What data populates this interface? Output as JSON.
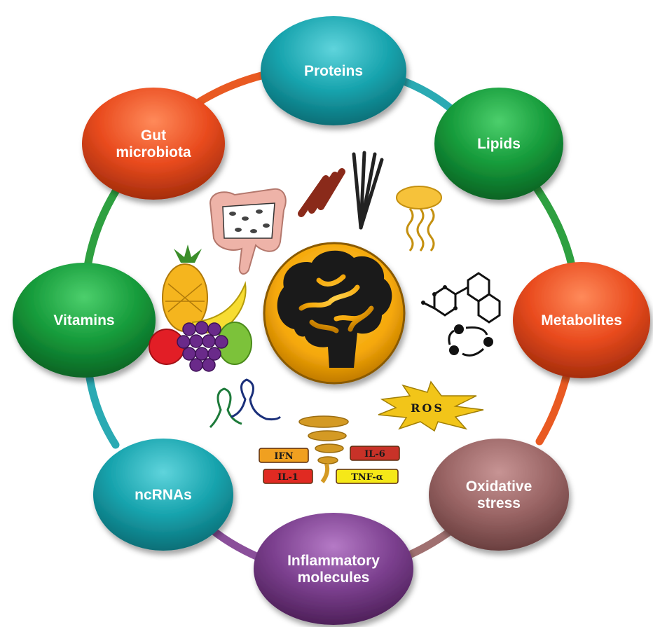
{
  "nodes": [
    {
      "id": "proteins",
      "lines": [
        "Proteins"
      ],
      "color": "#17a3ad"
    },
    {
      "id": "lipids",
      "lines": [
        "Lipids"
      ],
      "color": "#159a3a"
    },
    {
      "id": "metabolites",
      "lines": [
        "Metabolites"
      ],
      "color": "#e94b1e"
    },
    {
      "id": "oxidative-stress",
      "lines": [
        "Oxidative",
        "stress"
      ],
      "color": "#9a6565"
    },
    {
      "id": "inflammatory-molecules",
      "lines": [
        "Inflammatory",
        "molecules"
      ],
      "color": "#7b3f8e"
    },
    {
      "id": "ncrnas",
      "lines": [
        "ncRNAs"
      ],
      "color": "#17a3ad"
    },
    {
      "id": "vitamins",
      "lines": [
        "Vitamins"
      ],
      "color": "#159a3a"
    },
    {
      "id": "gut-microbiota",
      "lines": [
        "Gut",
        "microbiota"
      ],
      "color": "#e94b1e"
    }
  ],
  "ring_colors": {
    "teal": "#2aaab3",
    "green": "#2ea040",
    "orange": "#e95a22",
    "mauve": "#a07070",
    "purple": "#8a4f9a"
  },
  "center_icon": "brain-icon",
  "cytokine_tags": [
    {
      "id": "ifn",
      "text": "IFN",
      "color": "#f0a020"
    },
    {
      "id": "il-6",
      "text": "IL-6",
      "color": "#c83228"
    },
    {
      "id": "il-1",
      "text": "IL-1",
      "color": "#e02a22"
    },
    {
      "id": "tnf-alpha",
      "text": "TNF-α",
      "color": "#f5e818"
    }
  ],
  "ros_label": "ROS",
  "icons": [
    "intestine-icon",
    "protein-helix-icon",
    "fiber-bundle-icon",
    "lipid-icon",
    "molecule-icon",
    "cycle-arrows-icon",
    "fruit-icon",
    "rna-icon",
    "tornado-icon",
    "ros-burst-icon"
  ]
}
